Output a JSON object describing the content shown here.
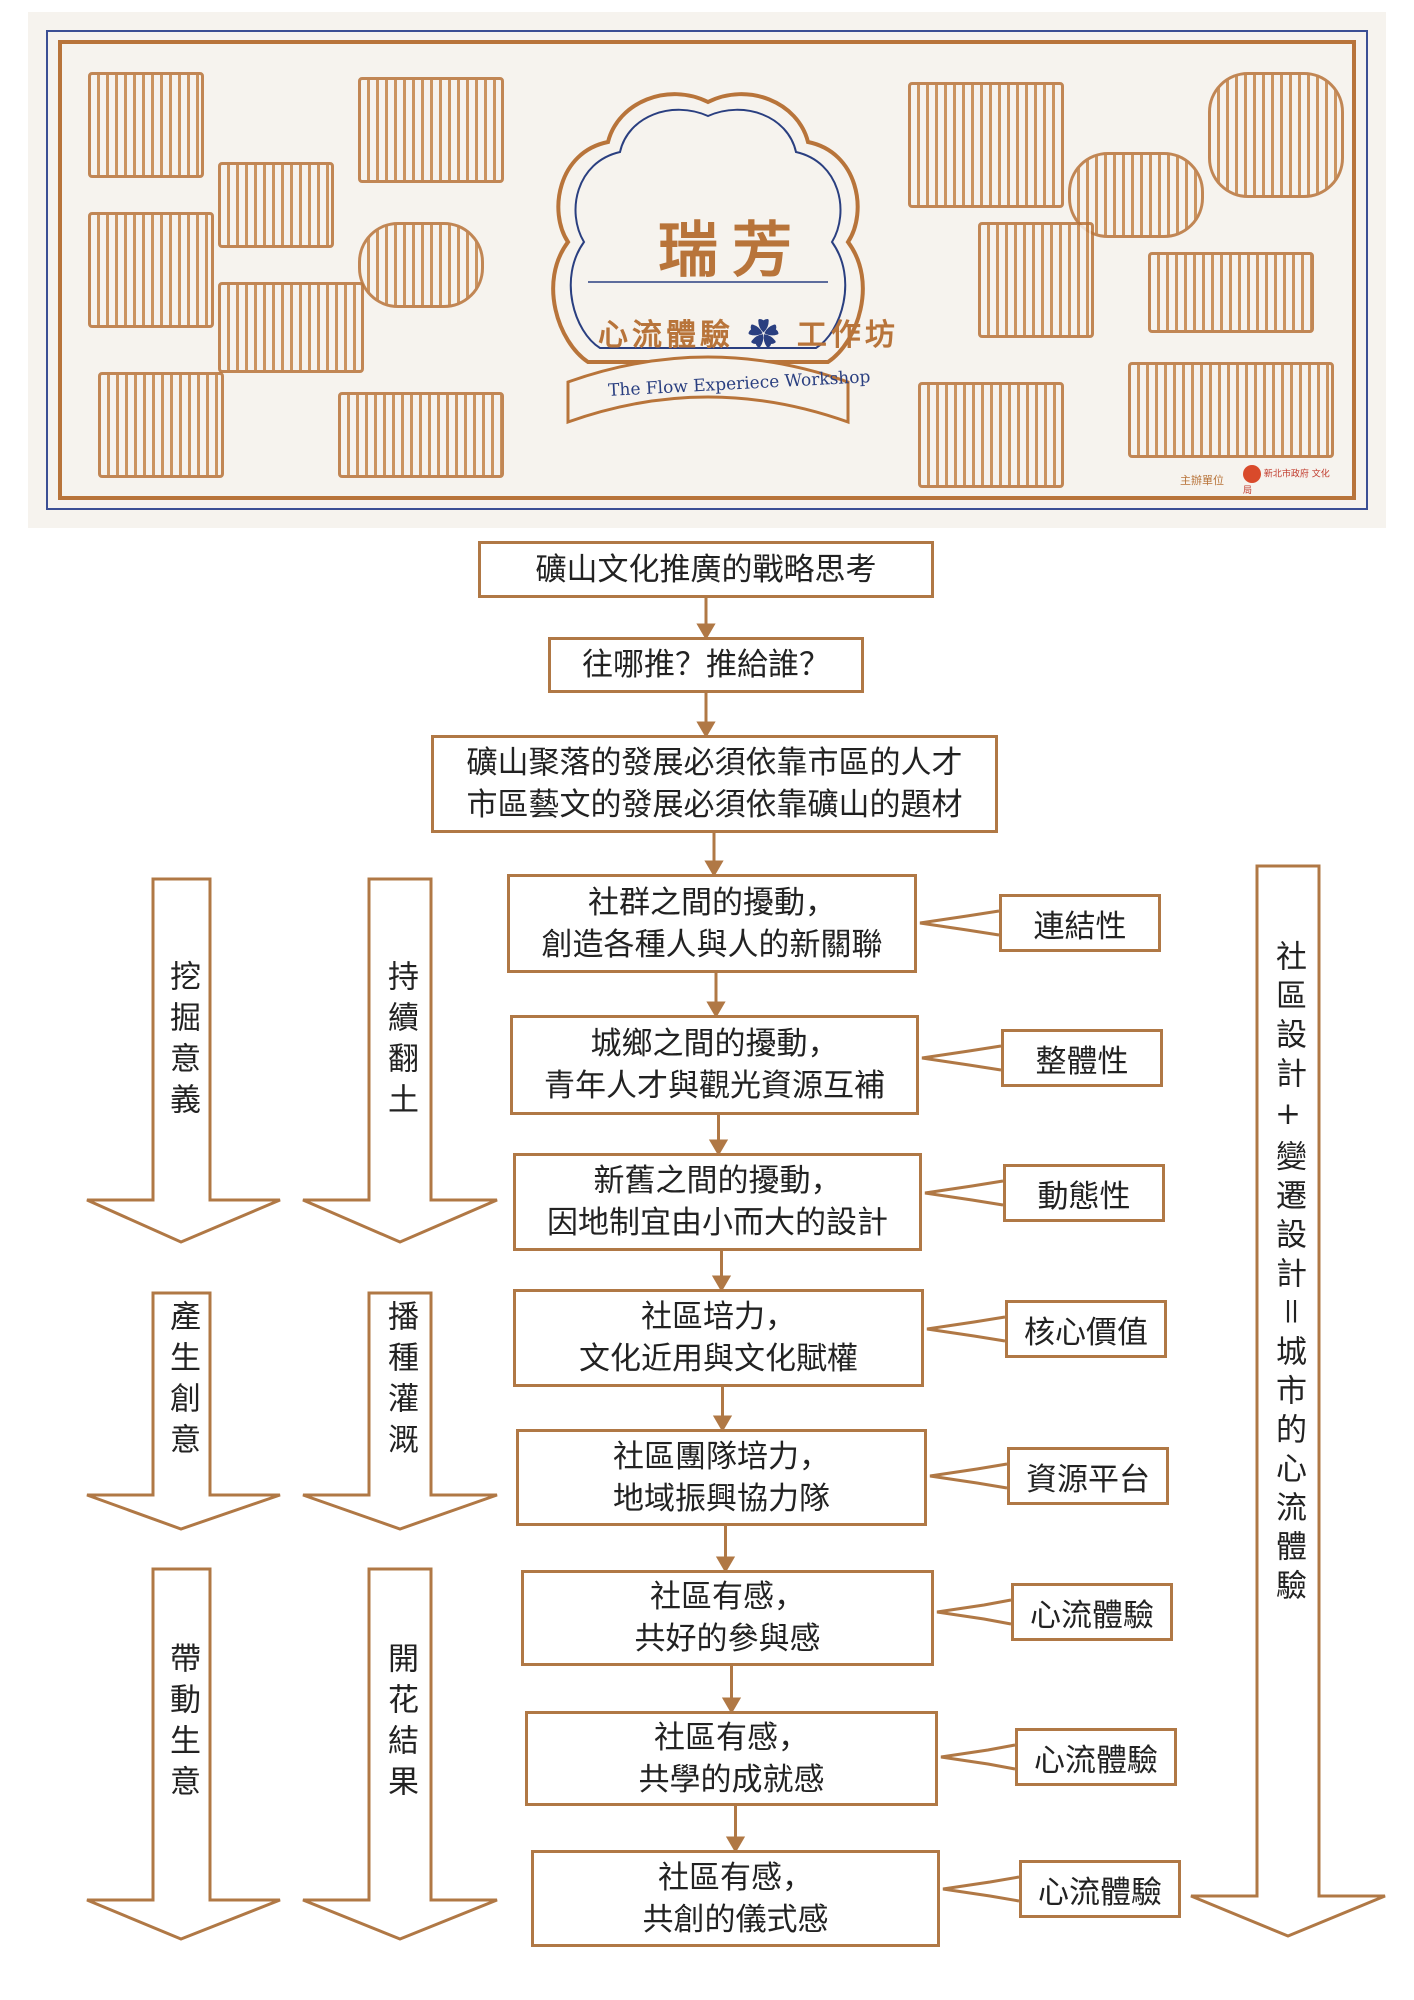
{
  "banner": {
    "title": "瑞芳",
    "subtitle": "心流體驗 ✿ 工作坊",
    "subtitle_left": "心流體驗",
    "subtitle_right": "工作坊",
    "english": "The Flow Experiece Workshop",
    "organizer_label": "主辦單位",
    "organizer": "新北市政府 文化局"
  },
  "flow": {
    "top": [
      "礦山文化推廣的戰略思考",
      "往哪推？推給誰？"
    ],
    "premise": [
      "礦山聚落的發展必須依靠市區的人才",
      "市區藝文的發展必須依靠礦山的題材"
    ],
    "steps": [
      {
        "l1": "社群之間的擾動，",
        "l2": "創造各種人與人的新關聯",
        "tag": "連結性"
      },
      {
        "l1": "城鄉之間的擾動，",
        "l2": "青年人才與觀光資源互補",
        "tag": "整體性"
      },
      {
        "l1": "新舊之間的擾動，",
        "l2": "因地制宜由小而大的設計",
        "tag": "動態性"
      },
      {
        "l1": "社區培力，",
        "l2": "文化近用與文化賦權",
        "tag": "核心價值"
      },
      {
        "l1": "社區團隊培力，",
        "l2": "地域振興協力隊",
        "tag": "資源平台"
      },
      {
        "l1": "社區有感，",
        "l2": "共好的參與感",
        "tag": "心流體驗"
      },
      {
        "l1": "社區有感，",
        "l2": "共學的成就感",
        "tag": "心流體驗"
      },
      {
        "l1": "社區有感，",
        "l2": "共創的儀式感",
        "tag": "心流體驗"
      }
    ]
  },
  "left_arrows": {
    "col1": [
      "挖掘意義",
      "產生創意",
      "帶動生意"
    ],
    "col2": [
      "持續翻土",
      "播種灌溉",
      "開花結果"
    ]
  },
  "right_arrow": "社區設計+變遷設計＝城市的心流體驗",
  "colors": {
    "brown": "#b07845",
    "blue": "#2a3f80"
  }
}
